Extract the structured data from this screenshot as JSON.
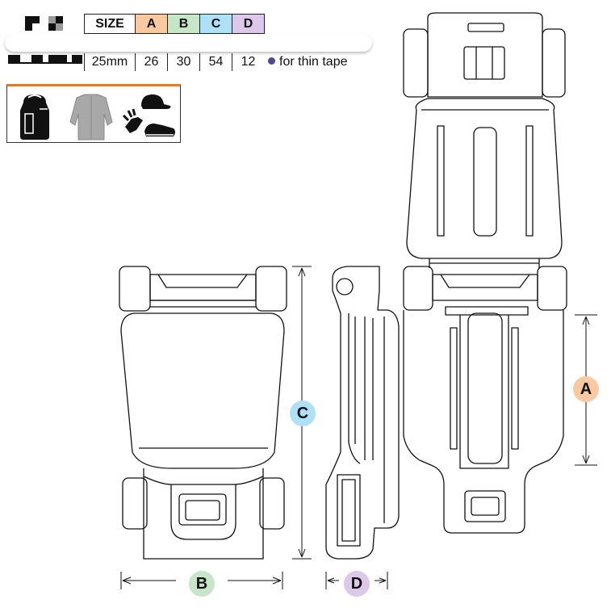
{
  "size_table": {
    "headers": [
      "SIZE",
      "A",
      "B",
      "C",
      "D"
    ],
    "row": [
      "25mm",
      "26",
      "30",
      "54",
      "12"
    ],
    "header_colors": {
      "A": "#f9c9a1",
      "B": "#c7e5c8",
      "C": "#aee1f6",
      "D": "#dcc8e8"
    }
  },
  "note": {
    "text": "for thin tape",
    "dot_color": "#4a4a8e"
  },
  "uses_icons": [
    "backpack-icon",
    "jacket-icon",
    "cap-and-glove-icon",
    "sneaker-icon"
  ],
  "uses_box_accent": "#e07a35",
  "dimension_markers": {
    "A": {
      "label": "A",
      "color": "#f9c9a1"
    },
    "B": {
      "label": "B",
      "color": "#c7e5c8"
    },
    "C": {
      "label": "C",
      "color": "#aee1f6"
    },
    "D": {
      "label": "D",
      "color": "#dcc8e8"
    }
  }
}
